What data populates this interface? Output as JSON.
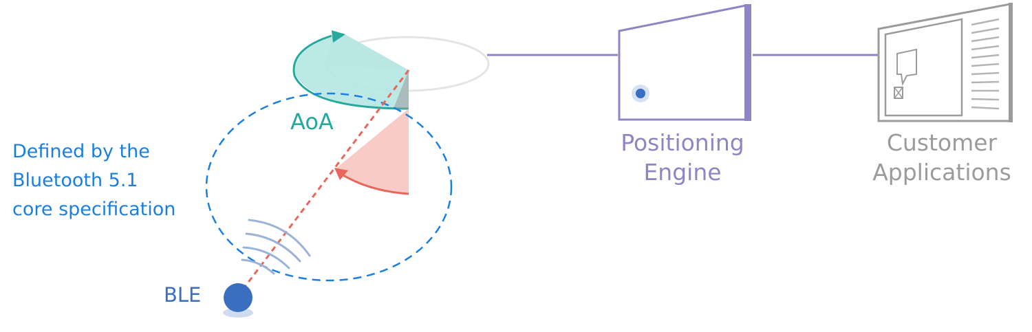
{
  "labels": {
    "spec_note_line1": "Defined by the",
    "spec_note_line2": "Bluetooth 5.1",
    "spec_note_line3": "core specification",
    "aoa": "AoA",
    "ble": "BLE",
    "positioning_line1": "Positioning",
    "positioning_line2": "Engine",
    "customer_line1": "Customer",
    "customer_line2": "Applications"
  },
  "colors": {
    "spec_boundary": "#1a7fe0",
    "aoa": "#24a99c",
    "aoa_fill": "#b5e5e2",
    "angle": "#e8665a",
    "angle_fill": "#f8cbc7",
    "ble": "#3a6fbf",
    "signal_waves": "#9bb3d6",
    "positioning": "#8e86c4",
    "customer": "#9b9b9b",
    "connector": "#8e86c4"
  },
  "icons": {
    "tag": "ble-tag-icon",
    "signal": "signal-waves-icon",
    "locator": "ceiling-antenna-icon",
    "server": "server-icon",
    "application": "application-window-icon"
  }
}
